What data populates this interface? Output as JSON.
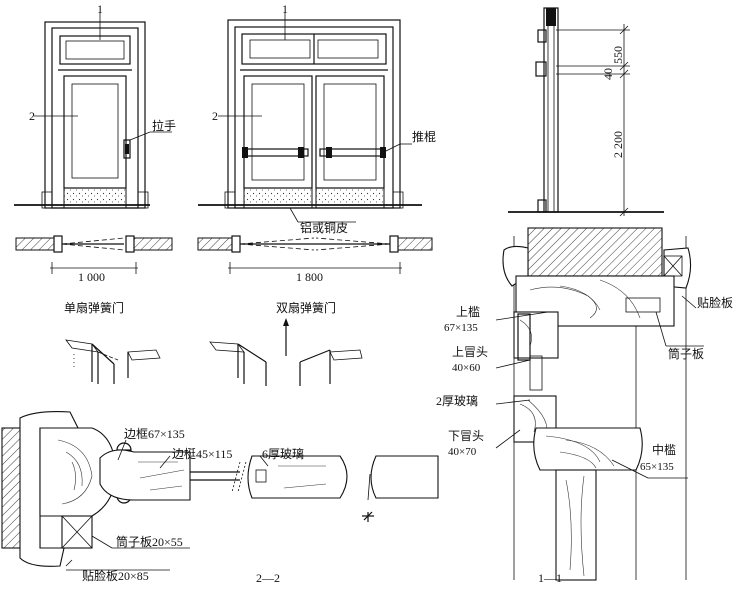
{
  "labels": {
    "ref1_a": "1",
    "ref2_a": "2",
    "ref1_b": "1",
    "ref2_b": "2",
    "handle": "拉手",
    "push_bar": "推棍",
    "kick_plate": "铝或铜皮",
    "width_single": "1 000",
    "width_double": "1 800",
    "title_single": "单扇弹簧门",
    "title_double": "双扇弹簧门",
    "dim_550": "550",
    "dim_40": "40",
    "dim_2200": "2 200",
    "top_jamb": "上槛",
    "top_jamb_size": "67×135",
    "top_rail": "上冒头",
    "top_rail_size": "40×60",
    "glass_2": "2厚玻璃",
    "bottom_rail": "下冒头",
    "bottom_rail_size": "40×70",
    "casing_right": "贴脸板",
    "lining_right": "筒子板",
    "mid_jamb": "中槛",
    "mid_jamb_size": "65×135",
    "side_frame": "边框67×135",
    "stile": "边梃45×115",
    "glass_6": "6厚玻璃",
    "lining_bottom": "筒子板20×55",
    "casing_bottom": "贴脸板20×85",
    "section_22": "2—2",
    "section_11": "1—1"
  }
}
